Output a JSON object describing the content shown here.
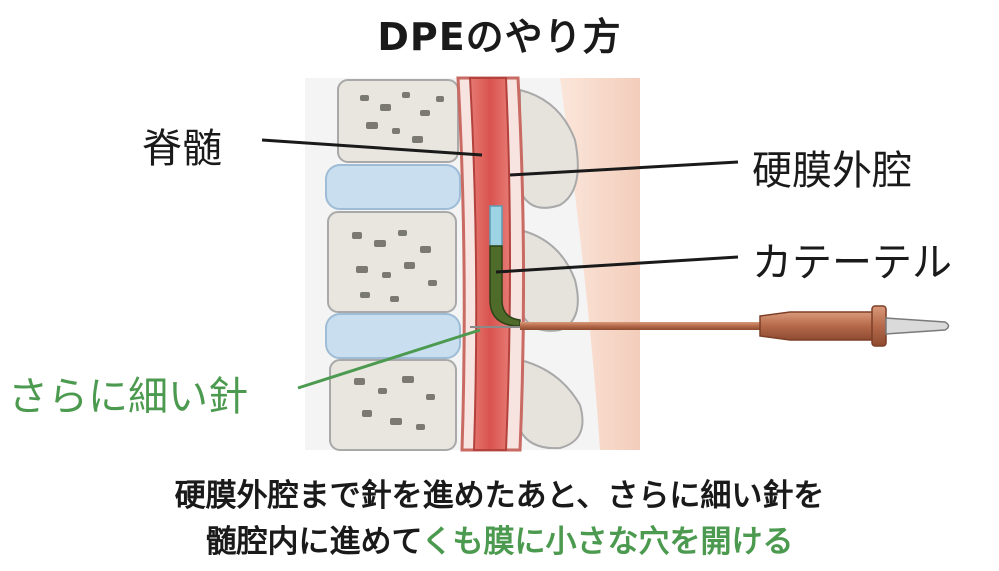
{
  "title": "DPEのやり方",
  "labels": {
    "spinal_cord": "脊髄",
    "epidural_space": "硬膜外腔",
    "catheter": "カテーテル",
    "finer_needle": "さらに細い針"
  },
  "caption": {
    "line1": "硬膜外腔まで針を進めたあと、さらに細い針を",
    "line2_black": "髄腔内に進めて",
    "line2_green": "くも膜に小さな穴を開ける"
  },
  "colors": {
    "text": "#1a1a1a",
    "accent_green": "#4c9a4f",
    "cord_red": "#d9534f",
    "disc_blue": "#c9dff0",
    "needle_copper": "#b5694a",
    "catheter_green": "#4e6b2a",
    "skin": "#f6d8c8"
  }
}
